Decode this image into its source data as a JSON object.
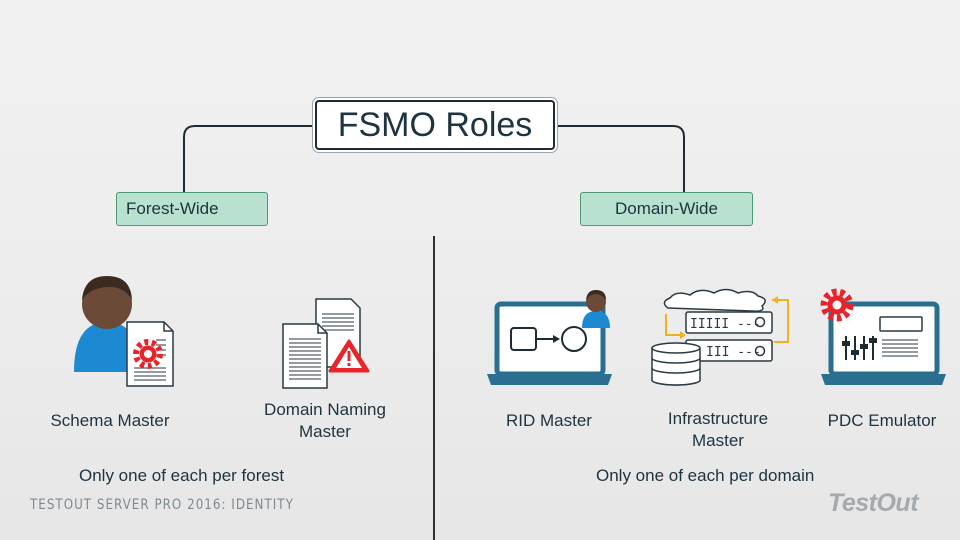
{
  "title": "FSMO Roles",
  "categories": {
    "forest": "Forest-Wide",
    "domain": "Domain-Wide"
  },
  "roles": {
    "schema_master": "Schema Master",
    "domain_naming_master_line1": "Domain Naming",
    "domain_naming_master_line2": "Master",
    "rid_master": "RID Master",
    "infrastructure_master_line1": "Infrastructure",
    "infrastructure_master_line2": "Master",
    "pdc_emulator": "PDC Emulator"
  },
  "notes": {
    "forest": "Only one of each per forest",
    "domain": "Only one of each per domain"
  },
  "footer": "TESTOUT SERVER PRO 2016: IDENTITY",
  "logo": "TestOut",
  "server_labels": {
    "row1": "IIIII ---",
    "row2": "III ---"
  },
  "colors": {
    "category_fill": "#b8e2cf",
    "category_border": "#4c9a74",
    "device_blue": "#2a6f8f",
    "person_blue": "#1b8ad3",
    "warning_red": "#e8232a",
    "arrow_gold": "#f0b21f"
  }
}
